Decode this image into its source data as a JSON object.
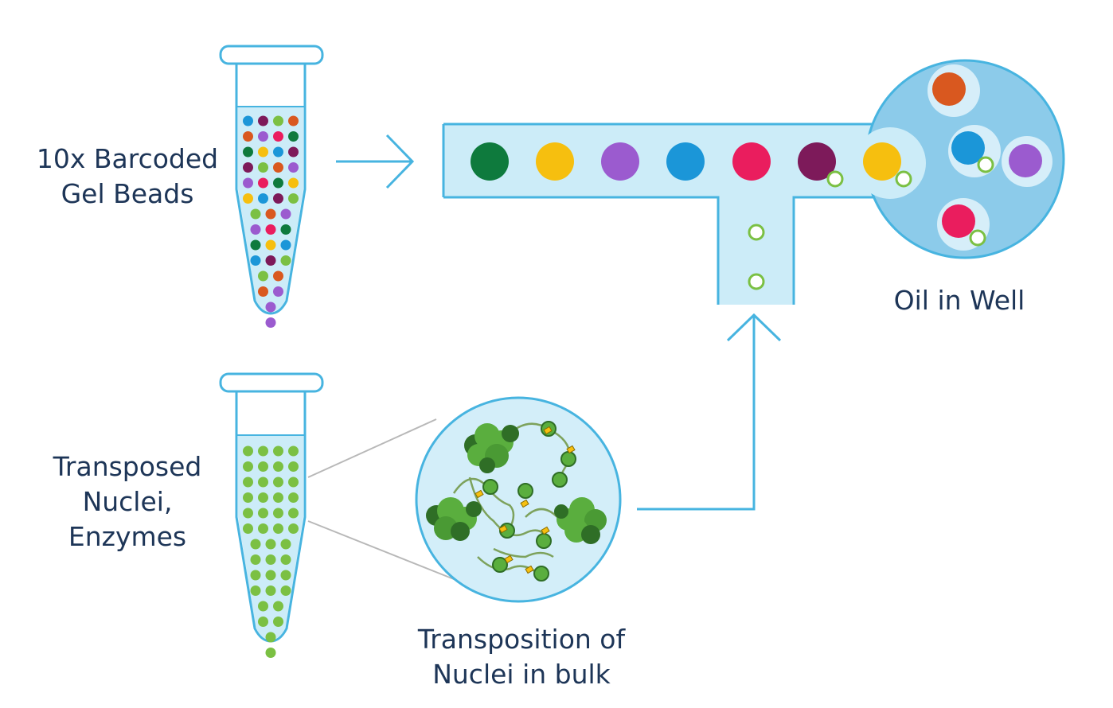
{
  "labels": {
    "barcoded_beads": [
      "10x Barcoded",
      "Gel Beads"
    ],
    "transposed_nuclei": [
      "Transposed",
      "Nuclei,",
      "Enzymes"
    ],
    "transposition": [
      "Transposition of",
      "Nuclei in bulk"
    ],
    "oil_in_well": "Oil in Well"
  },
  "colors": {
    "outline": "#47b4e0",
    "liquid": "#ccecf8",
    "well_fill": "#8ccbea",
    "text": "#1d3557",
    "nucleus_green": "#5aae3e",
    "nucleus_dark": "#2f6e26",
    "bead_green": "#7bc043"
  },
  "channel_beads": [
    "#0e7a3d",
    "#f6bf0f",
    "#9b5bcf",
    "#1b96d8",
    "#ea1d5e",
    "#7d1a5a",
    "#f6bf0f"
  ],
  "well_beads": [
    "#d9581f",
    "#1b96d8",
    "#9b5bcf",
    "#ea1d5e"
  ],
  "tube_bead_palette": [
    "#1b96d8",
    "#ea1d5e",
    "#7bc043",
    "#f6bf0f",
    "#9b5bcf",
    "#7d1a5a",
    "#0e7a3d",
    "#d9581f"
  ]
}
